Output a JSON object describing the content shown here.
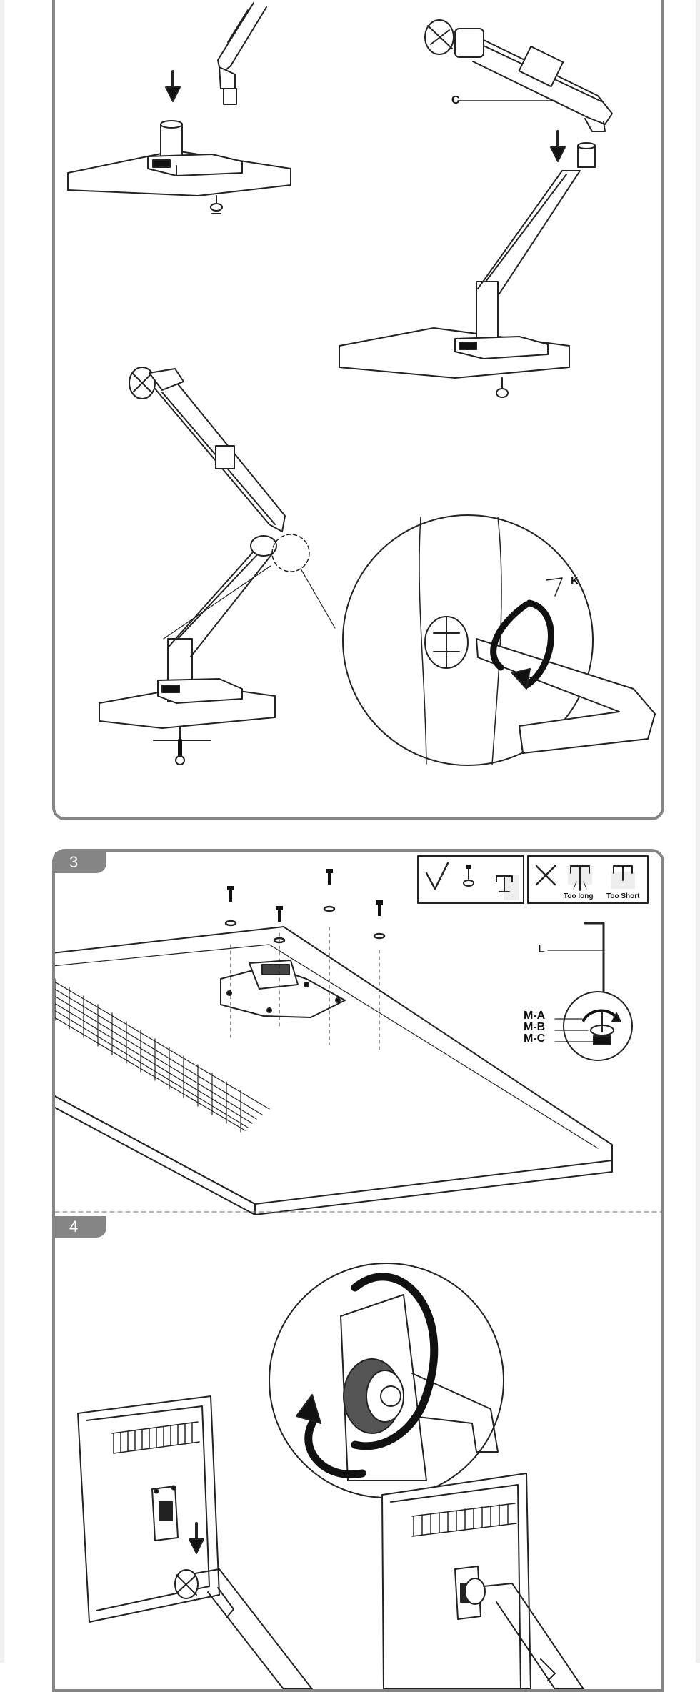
{
  "steps": [
    {
      "number": "3"
    },
    {
      "number": "4"
    }
  ],
  "callouts": {
    "c": "C",
    "k": "K",
    "l": "L",
    "ma": "M-A",
    "mb": "M-B",
    "mc": "M-C"
  },
  "screw_guide": {
    "correct_icon": "check-icon",
    "wrong_icon": "cross-icon",
    "too_long": "Too long",
    "too_short": "Too Short"
  },
  "colors": {
    "panel_border": "#858585",
    "line_art": "#222222",
    "fill_dark": "#111111"
  }
}
